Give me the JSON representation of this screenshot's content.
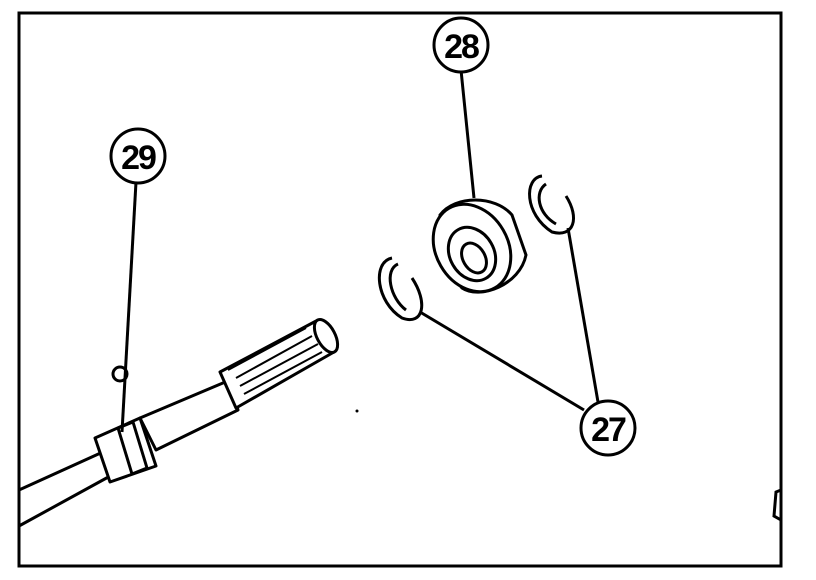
{
  "diagram": {
    "callouts": [
      {
        "id": "c28",
        "label": "28"
      },
      {
        "id": "c29",
        "label": "29"
      },
      {
        "id": "c27",
        "label": "27"
      }
    ]
  }
}
